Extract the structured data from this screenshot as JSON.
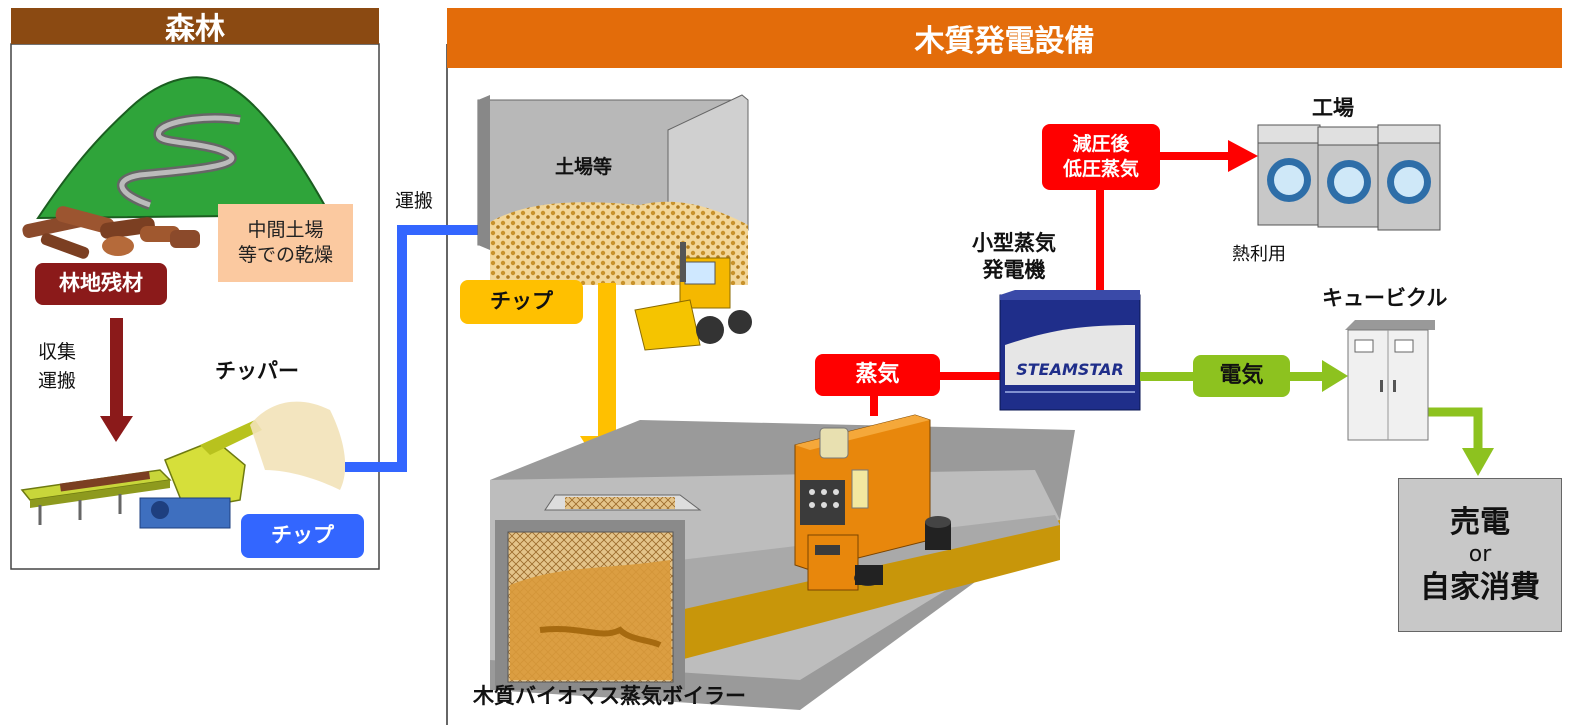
{
  "forest": {
    "title": "森林",
    "residue_label": "林地残材",
    "drying_label": "中間土場\n等での乾燥",
    "collect_label": "収集\n運搬",
    "chipper_label": "チッパー",
    "chip_label": "チップ"
  },
  "transport_label": "運搬",
  "plant": {
    "title": "木質発電設備",
    "yard_label": "土場等",
    "chip_label": "チップ",
    "boiler_label": "木質バイオマス蒸気ボイラー",
    "steam_label": "蒸気",
    "generator_label": "小型蒸気\n発電機",
    "generator_brand": "STEAMSTAR",
    "low_steam_label": "減圧後\n低圧蒸気",
    "factory_label": "工場",
    "heat_use_label": "熱利用",
    "electricity_label": "電気",
    "cubicle_label": "キュービクル",
    "sale_line1": "売電",
    "sale_line2": "or",
    "sale_line3": "自家消費"
  },
  "colors": {
    "forest_header": "#8B4A12",
    "plant_header": "#E36C0A",
    "steam": "#FF0000",
    "electric": "#8DC21F",
    "chip_flow": "#FFC000",
    "transport": "#3366FF",
    "collect": "#8B1A1A"
  }
}
